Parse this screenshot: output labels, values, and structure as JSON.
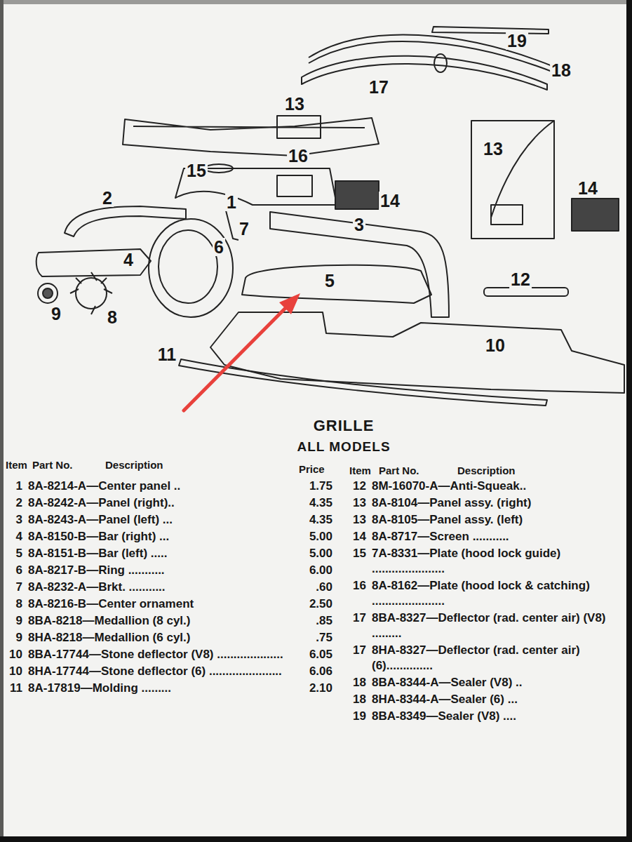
{
  "diagram": {
    "title": "GRILLE",
    "labels": [
      "19",
      "18",
      "17",
      "13",
      "16",
      "15",
      "14",
      "2",
      "1",
      "7",
      "3",
      "6",
      "13",
      "14",
      "4",
      "9",
      "8",
      "5",
      "12",
      "10",
      "11",
      "ALL MODELS",
      "Item",
      "Part No.",
      "Description",
      "Price",
      "Item",
      "Part No.",
      "Description",
      "1",
      "8A-8214-A—Center panel ..",
      "1.75",
      "2",
      "8A-8242-A—Panel (right)..",
      "4.35",
      "3",
      "8A-8243-A—Panel (left) ...",
      "4.35",
      "4",
      "8A-8150-B—Bar (right) ...",
      "5.00",
      "5",
      "8A-8151-B—Bar (left) .....",
      "5.00",
      "6",
      "8A-8217-B—Ring ...........",
      "6.00",
      "7",
      "8A-8232-A—Brkt. ...........",
      ".60",
      "8",
      "8A-8216-B—Center ornament",
      "2.50",
      "9",
      "8BA-8218—Medallion (8 cyl.)",
      ".85",
      "9",
      "8HA-8218—Medallion (6 cyl.)",
      ".75",
      "10",
      "8BA-17744—Stone deflector (V8) ....................",
      "6.05",
      "10",
      "8HA-17744—Stone deflector (6) ......................",
      "6.06",
      "11",
      "8A-17819—Molding .........",
      "2.10",
      "12",
      "8M-16070-A—Anti-Squeak..",
      "13",
      "8A-8104—Panel assy. (right)",
      "13",
      "8A-8105—Panel assy. (left)",
      "14",
      "8A-8717—Screen ...........",
      "15",
      "7A-8331—Plate (hood lock guide) ......................",
      "16",
      "8A-8162—Plate (hood lock & catching) ......................",
      "17",
      "8BA-8327—Deflector (rad. center air) (V8) .........",
      "17",
      "8HA-8327—Deflector (rad. center air) (6)..............",
      "18",
      "8BA-8344-A—Sealer (V8) ..",
      "18",
      "8HA-8344-A—Sealer (6) ...",
      "19",
      "8BA-8349—Sealer (V8) ...."
    ]
  }
}
